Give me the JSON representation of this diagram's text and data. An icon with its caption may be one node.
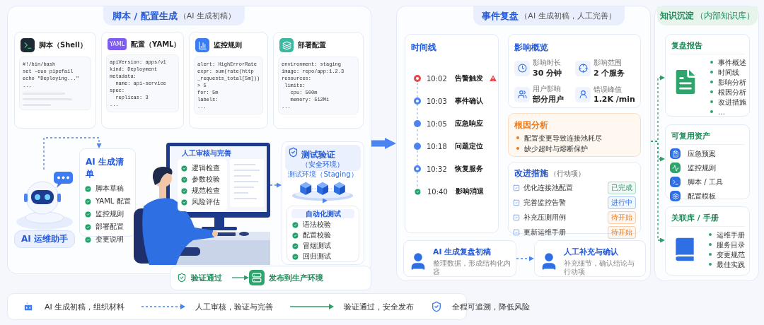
{
  "diagram": {
    "nodes": [
      {
        "text": [
          "脚本 / 配置生成",
          "（AI 生成初稿）"
        ]
      },
      {
        "text": [
          "脚本（Shell）",
          "#!/bin/bash",
          "set -euo pipefail",
          "echo \"Deploying...\"",
          "..."
        ],
        "in": 0
      },
      {
        "text": [
          "YAML",
          "配置（YAML）",
          "apiVersion: apps/v1",
          "kind: Deployment",
          "metadata:",
          "  name: api-service",
          "spec:",
          "  replicas: 3",
          "..."
        ],
        "in": 0
      },
      {
        "text": [
          "监控规则",
          "alert: HighErrorRate",
          "expr: sum(rate(http",
          "_requests_total[5m]))",
          "> 5",
          "for: 5m",
          "labels:",
          "..."
        ],
        "in": 0
      },
      {
        "text": [
          "部署配置",
          "environment: staging",
          "image: repo/app:1.2.3",
          "resources:",
          " limits:",
          "   cpu: 500m",
          "   memory: 512Mi",
          "..."
        ],
        "in": 0
      },
      {
        "text": [
          "AI 运维助手"
        ],
        "in": 0
      },
      {
        "text": [
          "AI 生成清单",
          "脚本草稿",
          "YAML 配置",
          "监控规则",
          "部署配置",
          "变更说明"
        ],
        "in": 0
      },
      {
        "text": [
          "人工审核与完善",
          "逻辑检查",
          "参数校验",
          "规范检查",
          "风险评估"
        ],
        "in": 0
      },
      {
        "text": [
          "测试验证",
          "（安全环境）",
          "测试环境（Staging）"
        ],
        "in": 0
      },
      {
        "text": [],
        "shape": "picture",
        "in": 8
      },
      {
        "text": [
          "自动化测试",
          "语法校验",
          "配置校验",
          "冒烟测试",
          "回归测试"
        ],
        "in": 8
      },
      {
        "text": [
          "验证通过"
        ]
      },
      {
        "text": [
          "发布到生产环境"
        ]
      },
      {
        "text": [
          "事件复盘",
          "（AI 生成初稿，人工完善）"
        ]
      },
      {
        "text": [
          "时间线",
          "10:02",
          "告警触发",
          "10:03",
          "事件确认",
          "10:05",
          "应急响应",
          "10:18",
          "问题定位",
          "10:32",
          "恢复服务",
          "10:40",
          "影响消退"
        ],
        "in": 13
      },
      {
        "text": [
          "影响概览",
          "影响时长",
          "30 分钟",
          "影响范围",
          "2 个服务",
          "用户影响",
          "部分用户",
          "错误峰值",
          "1.2K /min"
        ],
        "in": 13
      },
      {
        "text": [
          "根因分析",
          "配置变更导致连接池耗尽",
          "缺少超时与熔断保护"
        ],
        "in": 13
      },
      {
        "text": [
          "改进措施",
          "（行动项）",
          "优化连接池配置",
          "已完成",
          "完善监控告警",
          "进行中",
          "补充压测用例",
          "待开始",
          "更新运维手册",
          "待开始"
        ],
        "in": 13
      },
      {
        "text": [
          "AI 生成复盘初稿",
          "整理数据，形成结构化内容"
        ],
        "in": 13
      },
      {
        "text": [
          "人工补充与确认",
          "补充细节，确认结论与行动项"
        ],
        "in": 13
      },
      {
        "text": [
          "知识沉淀",
          "（内部知识库）"
        ]
      },
      {
        "text": [
          "复盘报告",
          "事件概述",
          "时间线",
          "影响分析",
          "根因分析",
          "改进措施",
          "…"
        ],
        "in": 20
      },
      {
        "text": [
          "可复用资产",
          "应急预案",
          "监控规则",
          "脚本 / 工具",
          "配置模板"
        ],
        "in": 20
      },
      {
        "text": [
          "关联库 / 手册",
          "运维手册",
          "服务目录",
          "变更规范",
          "最佳实践"
        ],
        "in": 20
      }
    ],
    "edges": [
      {
        "from": 5,
        "to": 6,
        "arrow": "to",
        "style": "dashed"
      },
      {
        "from": 7,
        "to": 8,
        "arrow": "to",
        "style": "dashed"
      },
      {
        "from": 9,
        "to": 10,
        "arrow": "to"
      },
      {
        "from": 11,
        "to": 12,
        "arrow": "to",
        "color": "#2e9e6b"
      },
      {
        "from": 0,
        "to": 13,
        "arrow": "to",
        "style": "thick"
      },
      {
        "from": 18,
        "to": 19,
        "arrow": "to",
        "style": "dashed"
      },
      {
        "from": 13,
        "to": 21,
        "arrow": "to",
        "style": "dashed",
        "color": "#2e9e6b"
      },
      {
        "from": 13,
        "to": 22,
        "arrow": "to",
        "style": "dashed",
        "color": "#2e9e6b"
      },
      {
        "from": 13,
        "to": 23,
        "arrow": "to",
        "style": "dashed",
        "color": "#2e9e6b"
      }
    ],
    "legend": [
      {
        "text": "AI 生成初稿，组织材料"
      },
      {
        "text": "人工审核，验证与完善"
      },
      {
        "text": "验证通过，安全发布"
      },
      {
        "text": "全程可追溯，降低风险"
      }
    ]
  }
}
